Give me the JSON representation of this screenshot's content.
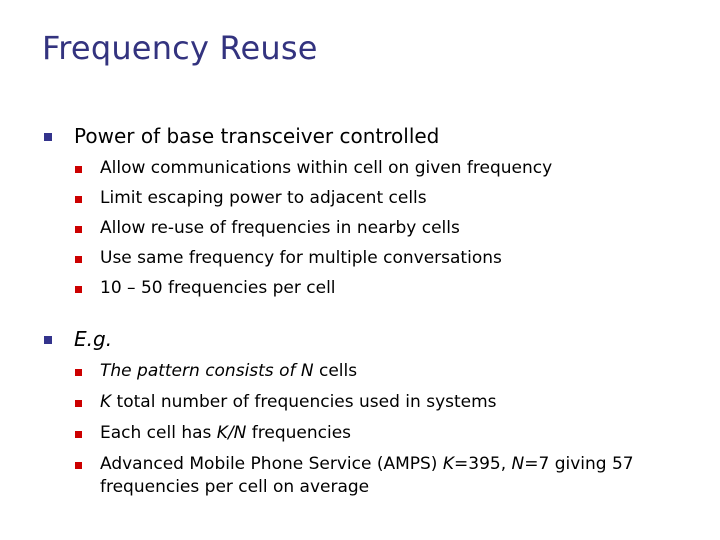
{
  "slide": {
    "title": "Frequency Reuse",
    "colors": {
      "title": "#33337f",
      "bullet_level1": "#33338c",
      "bullet_level2": "#cc0000",
      "text": "#000000",
      "background": "#ffffff"
    },
    "sections": [
      {
        "heading": "Power of base transceiver controlled",
        "heading_italic": false,
        "items": [
          "Allow communications within cell on given frequency",
          "Limit escaping power to adjacent cells",
          "Allow re-use of frequencies in nearby cells",
          "Use same frequency for multiple conversations",
          "10 – 50 frequencies per cell"
        ]
      },
      {
        "heading": "E.g.",
        "heading_italic": true,
        "items": [
          "The pattern consists of N cells",
          "K total number of frequencies used in systems",
          "Each cell has K/N frequencies",
          "Advanced Mobile Phone Service (AMPS) K=395, N=7 giving 57 frequencies per cell on average"
        ],
        "items_rich": [
          "<i>The pattern consists of N</i> cells",
          "<i>K</i> total number of frequencies used in systems",
          "Each cell has <i>K/N</i> frequencies",
          "Advanced Mobile Phone Service (AMPS) <i>K</i>=395, <i>N</i>=7 giving 57 frequencies per cell on average"
        ]
      }
    ]
  }
}
